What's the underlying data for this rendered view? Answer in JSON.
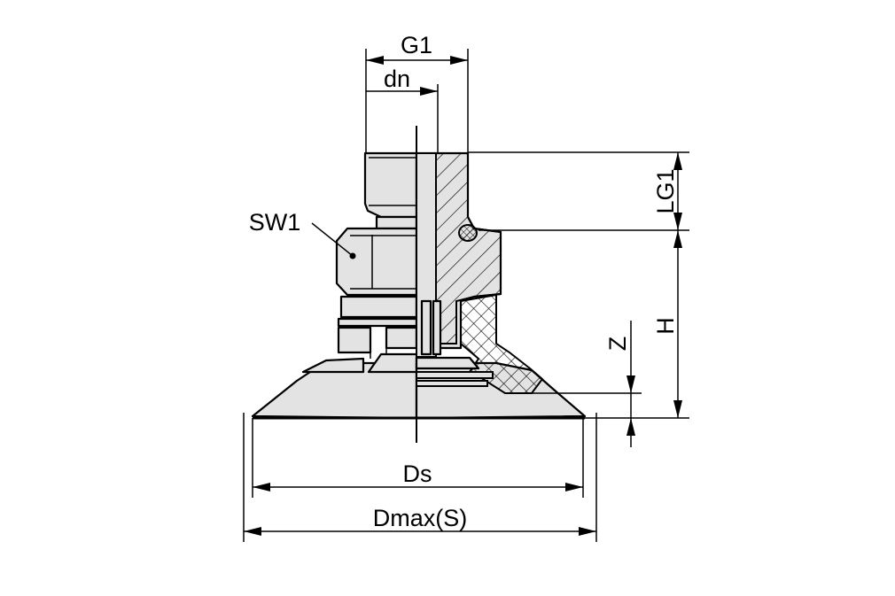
{
  "drawing": {
    "labels": {
      "g1": "G1",
      "dn": "dn",
      "lg1": "LG1",
      "h": "H",
      "z": "Z",
      "sw1": "SW1",
      "ds": "Ds",
      "dmax": "Dmax(S)"
    }
  }
}
